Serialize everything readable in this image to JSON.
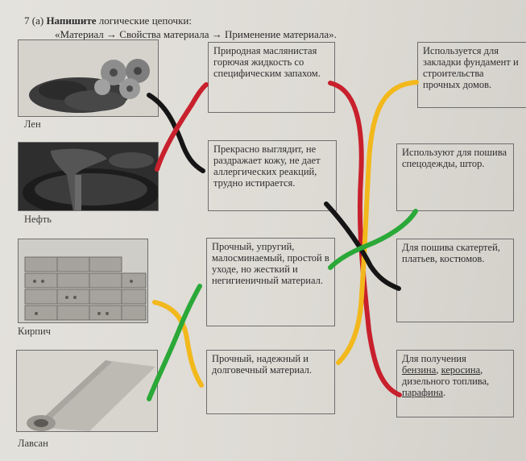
{
  "task": {
    "number": "7 (а)",
    "bold_word": "Напишите",
    "rest": "логические цепочки:",
    "chain": "«Материал → Свойства материала → Применение материала»."
  },
  "materials": [
    {
      "label": "Лен",
      "image": "flax-seeds-flowers"
    },
    {
      "label": "Нефть",
      "image": "oil-pouring"
    },
    {
      "label": "Кирпич",
      "image": "brick-stack"
    },
    {
      "label": "Лавсан",
      "image": "fabric-roll"
    }
  ],
  "properties": [
    {
      "text": "Природная маслянистая горючая жидкость со специфическим запахом."
    },
    {
      "text": "Прекрасно выглядит, не раздражает кожу, не дает аллергических реакций, трудно истирается."
    },
    {
      "text": "Прочный, упругий, малосминаемый, простой в уходе, но жесткий и негигиеничный материал."
    },
    {
      "text": "Прочный, надежный и долговечный материал."
    }
  ],
  "uses": [
    {
      "text": "Используется для закладки фундамент и строительства прочных домов."
    },
    {
      "text": "Используют для пошива спецодежды, штор."
    },
    {
      "text": "Для пошива скатертей, платьев, костюмов."
    },
    {
      "lead": "Для получения",
      "w1": "бензина",
      "sep1": ",",
      "w2": "керосина",
      "sep2": ", дизельного топлива,",
      "w3": "парафина",
      "end": "."
    }
  ],
  "colors": {
    "red": "#c8202c",
    "black": "#151515",
    "yellow": "#f2b81c",
    "green": "#2aa838"
  }
}
